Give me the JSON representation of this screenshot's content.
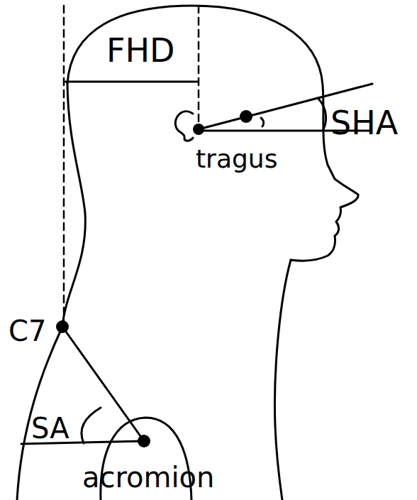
{
  "diagram": {
    "labels": [
      "FHD",
      "SHA",
      "tragus",
      "C7",
      "SA",
      "acromion"
    ]
  }
}
